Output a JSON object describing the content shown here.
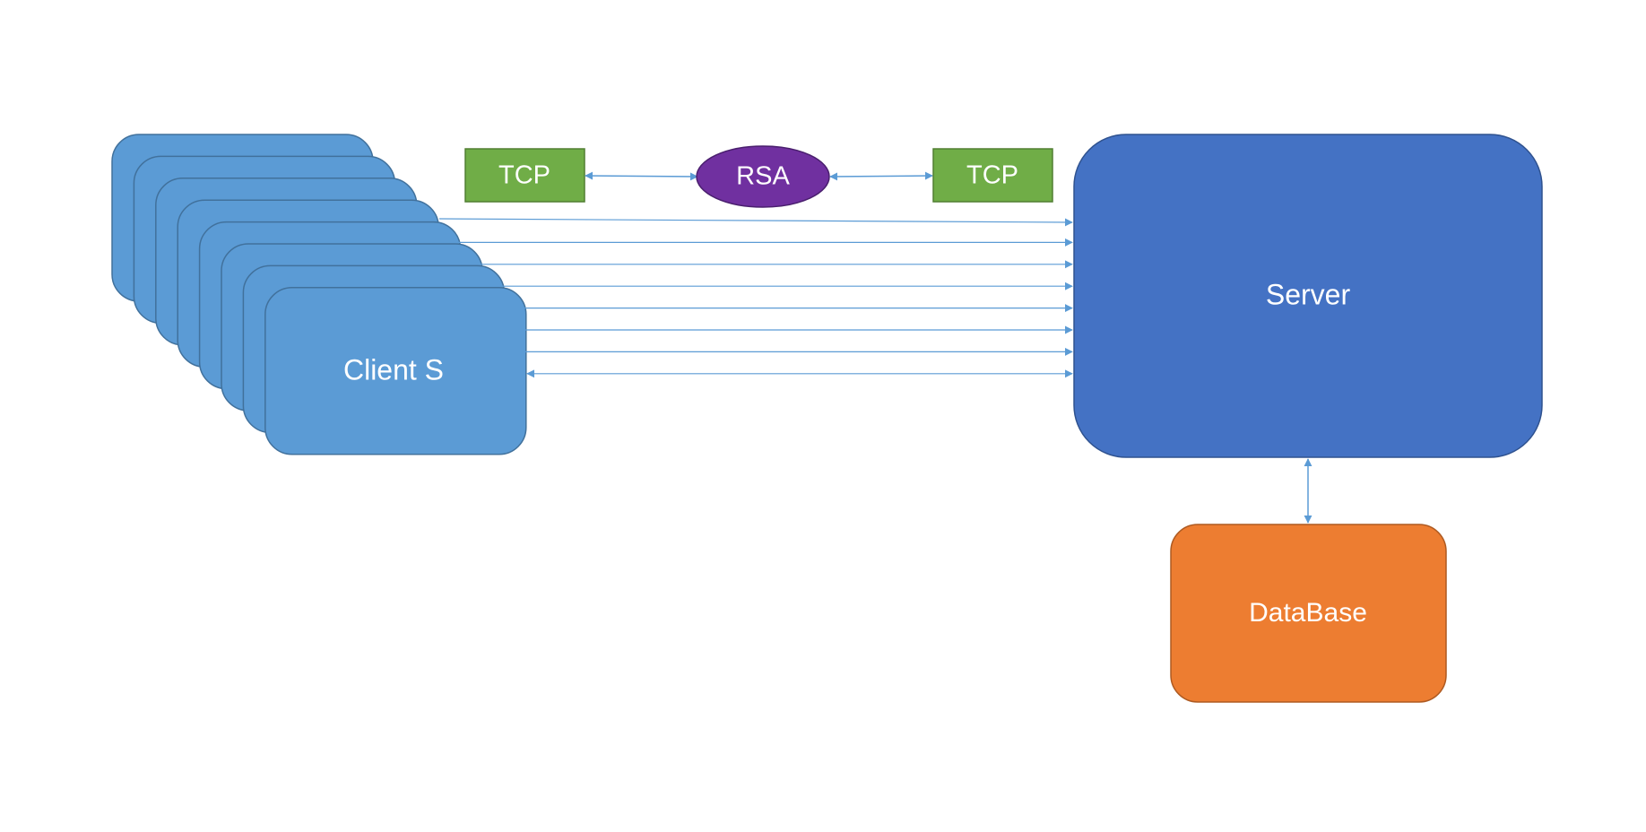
{
  "diagram": {
    "client": {
      "label": "Client S",
      "stack_count": 8
    },
    "server": {
      "label": "Server"
    },
    "database": {
      "label": "DataBase"
    },
    "tcp_left": {
      "label": "TCP"
    },
    "rsa": {
      "label": "RSA"
    },
    "tcp_right": {
      "label": "TCP"
    },
    "connection_count": 8
  },
  "colors": {
    "client_fill": "#5b9bd5",
    "client_stroke": "#41719c",
    "server_fill": "#4472c4",
    "server_stroke": "#2f528f",
    "database_fill": "#ed7d31",
    "database_stroke": "#ae5a21",
    "tcp_fill": "#70ad47",
    "tcp_stroke": "#507e32",
    "rsa_fill": "#7030a0",
    "rsa_stroke": "#4a1f6e",
    "arrow": "#5b9bd5"
  }
}
